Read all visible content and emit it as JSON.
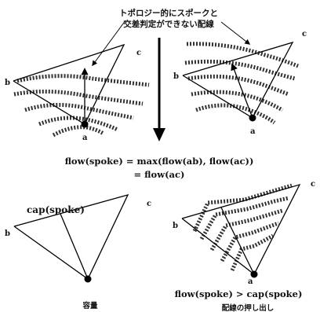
{
  "annotation": {
    "line1": "トポロジー的にスポークと",
    "line2": "交差判定ができない配線"
  },
  "vertex_labels": {
    "a": "a",
    "b": "b",
    "c": "c"
  },
  "equation": {
    "line1": "flow(spoke) = max(flow(ab), flow(ac))",
    "line2": "= flow(ac)"
  },
  "cap_label": "cap(spoke)",
  "inequality": "flow(spoke) > cap(spoke)",
  "captions": {
    "capacity": "容量",
    "pushout": "配線の押し出し"
  }
}
